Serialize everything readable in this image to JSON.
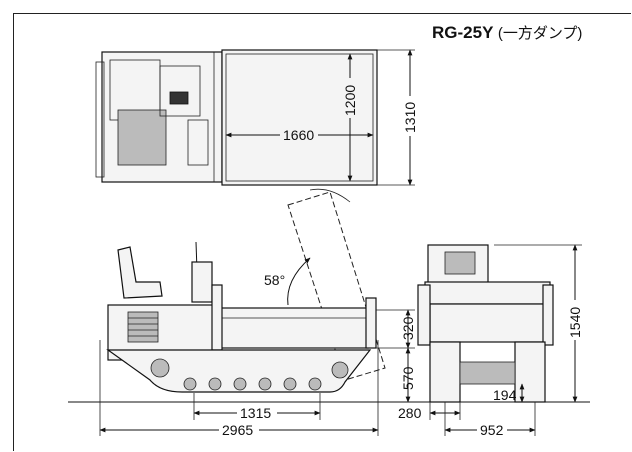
{
  "title": {
    "model": "RG-25Y",
    "variant": "(一方ダンプ)"
  },
  "dimensions": {
    "top_width_outer": "1310",
    "top_width_inner": "1200",
    "top_length": "1660",
    "dump_angle": "58°",
    "bed_height": "320",
    "deck_height": "570",
    "track_ground_length": "1315",
    "overall_length": "2965",
    "overall_height": "1540",
    "track_width": "280",
    "ground_clearance": "194",
    "track_gauge": "952"
  }
}
